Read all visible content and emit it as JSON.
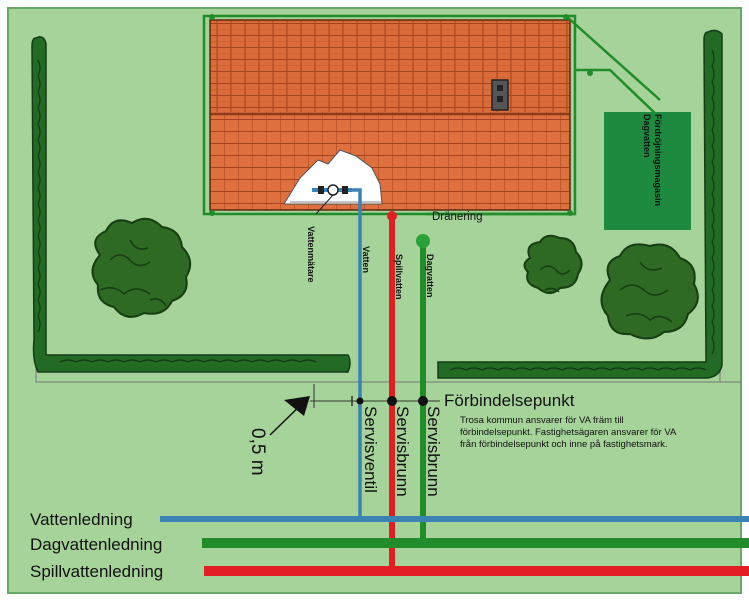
{
  "labels": {
    "drainage": "Dränering",
    "water_meter": "Vattenmätare",
    "water": "Vatten",
    "sewage": "Spillvatten",
    "stormwater": "Dagvatten",
    "storage": "Fördröjningsmagasin\nDagvatten",
    "connection_point": "Förbindelsepunkt",
    "note": "Trosa kommun ansvarer för VA främ till\nförbindelsepunkt. Fastighetsägaren ansvarer för VA\nfrån förbindelsepunkt och inne på fastighetsmark.",
    "distance": "0,5 m",
    "service_valve": "Servisventil",
    "service_well_1": "Servisbrunn",
    "service_well_2": "Servisbrunn",
    "water_main": "Vattenledning",
    "storm_main": "Dagvattenledning",
    "sewage_main": "Spillvattenledning"
  },
  "colors": {
    "lawn": "#a6d39a",
    "lawn_edge": "#2f7a35",
    "roof": "#d9693a",
    "roof_dark": "#a8431c",
    "water_pipe": "#3b82b5",
    "sewage_pipe": "#e01e24",
    "storm_pipe": "#228b2a",
    "storage_box": "#1e8a3f",
    "hedge": "#236b24",
    "tree": "#2e6a23"
  }
}
